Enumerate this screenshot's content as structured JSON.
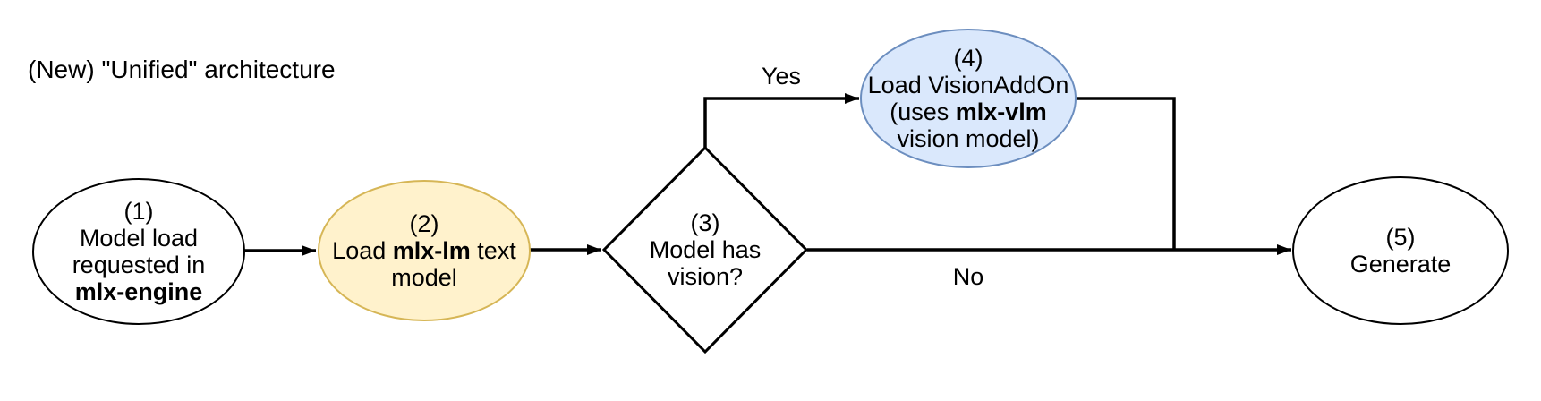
{
  "title": "(New) \"Unified\" architecture",
  "colors": {
    "edge_stroke": "#000000",
    "node_stroke_default": "#000000",
    "node_fill_default": "#FFFFFF",
    "node2_fill": "#FFF2CC",
    "node2_stroke": "#D6B656",
    "node4_fill": "#DAE8FC",
    "node4_stroke": "#6C8EBF"
  },
  "nodes": {
    "n1": {
      "num": "(1)",
      "line1": "Model load",
      "line2": "requested in",
      "line3_bold": "mlx-engine"
    },
    "n2": {
      "num": "(2)",
      "line1_pre": "Load ",
      "line1_bold": "mlx-lm",
      "line1_post": " text",
      "line2": "model"
    },
    "n3": {
      "num": "(3)",
      "line1": "Model has",
      "line2": "vision?"
    },
    "n4": {
      "num": "(4)",
      "line1": "Load VisionAddOn",
      "line2_pre": "(uses ",
      "line2_bold": "mlx-vlm",
      "line3": "vision model)"
    },
    "n5": {
      "num": "(5)",
      "line1": "Generate"
    }
  },
  "edges": {
    "yes_label": "Yes",
    "no_label": "No"
  }
}
